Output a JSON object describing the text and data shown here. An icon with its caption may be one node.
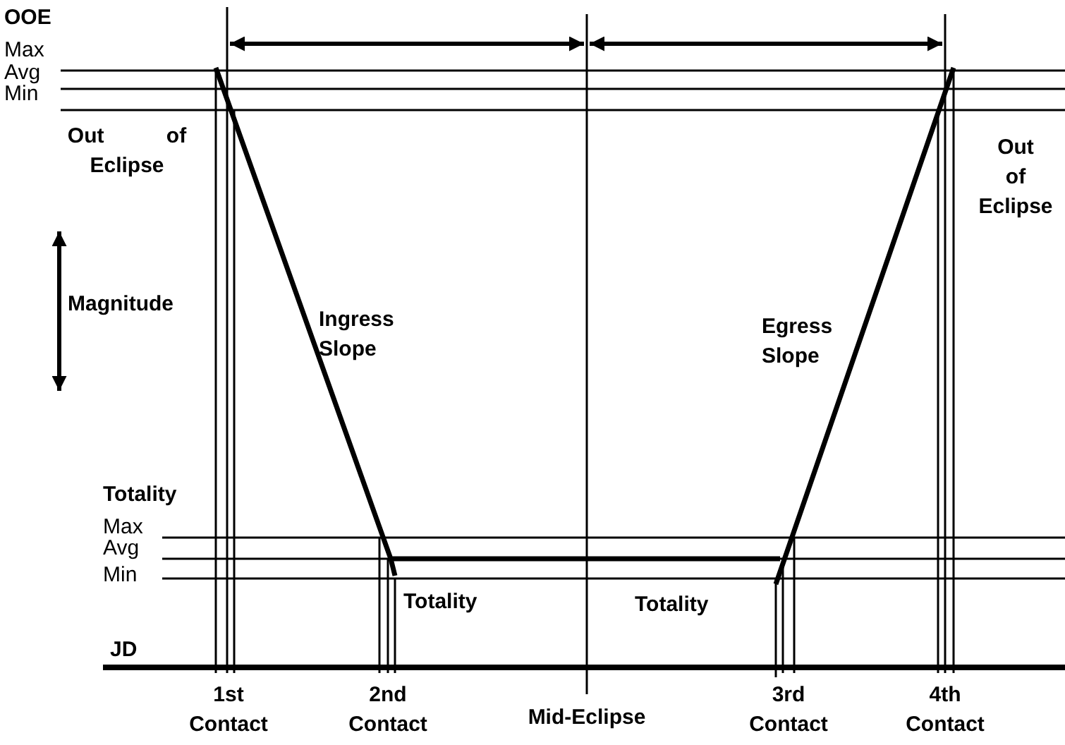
{
  "diagram": {
    "labels": [
      "OOE",
      "Max",
      "Avg",
      "Min",
      "Out of Eclipse",
      "Out of Eclipse",
      "Magnitude",
      "Ingress Slope",
      "Egress Slope",
      "Totality",
      "Max",
      "Avg",
      "Min",
      "Totality",
      "Totality",
      "JD",
      "1st Contact",
      "2nd Contact",
      "Mid-Eclipse",
      "3rd Contact",
      "4th Contact"
    ]
  }
}
